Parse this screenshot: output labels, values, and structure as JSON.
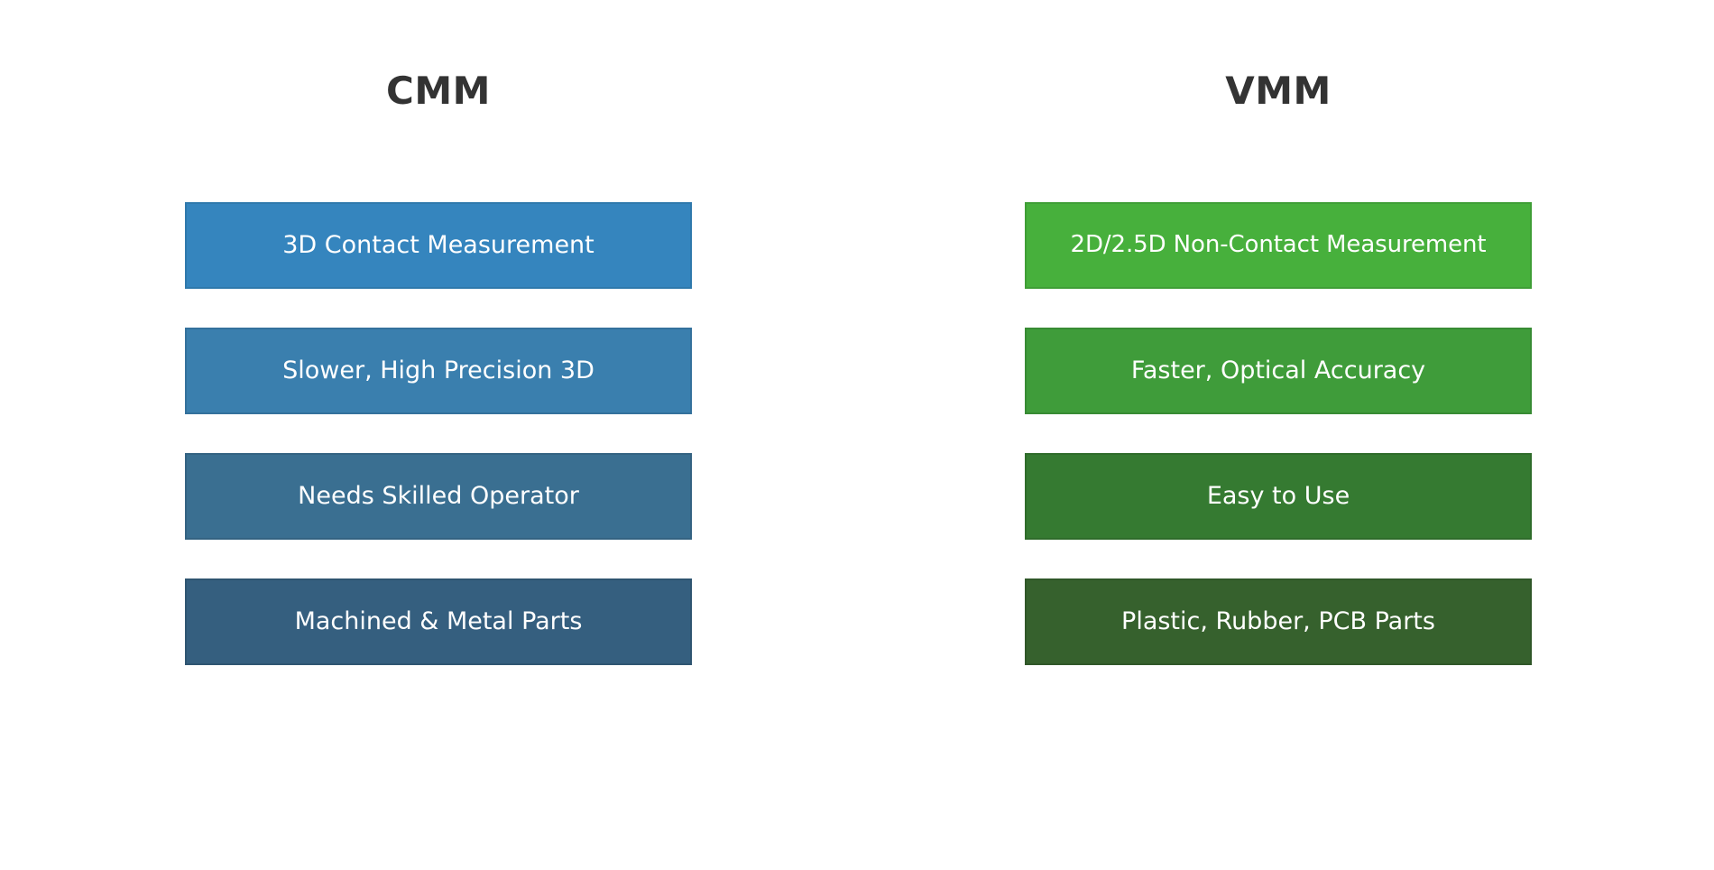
{
  "page": {
    "background_color": "#ffffff",
    "title_color": "#333333",
    "box_text_color": "#ffffff"
  },
  "columns": [
    {
      "id": "cmm",
      "title": "CMM",
      "accent_color": "#3585be",
      "items": [
        {
          "label": "3D Contact Measurement",
          "fill": "#3585be",
          "border": "#2f79ac"
        },
        {
          "label": "Slower, High Precision 3D",
          "fill": "#3a7fae",
          "border": "#34719c"
        },
        {
          "label": "Needs Skilled Operator",
          "fill": "#3a6f91",
          "border": "#346382"
        },
        {
          "label": "Machined & Metal Parts",
          "fill": "#355f7f",
          "border": "#2f5571"
        }
      ]
    },
    {
      "id": "vmm",
      "title": "VMM",
      "accent_color": "#47b03c",
      "items": [
        {
          "label": "2D/2.5D Non-Contact Measurement",
          "fill": "#47b03c",
          "border": "#3f9e36"
        },
        {
          "label": "Faster, Optical Accuracy",
          "fill": "#3f9c3a",
          "border": "#388b34"
        },
        {
          "label": "Easy to Use",
          "fill": "#357a31",
          "border": "#2f6c2b"
        },
        {
          "label": "Plastic, Rubber, PCB Parts",
          "fill": "#36612d",
          "border": "#305729"
        }
      ]
    }
  ]
}
